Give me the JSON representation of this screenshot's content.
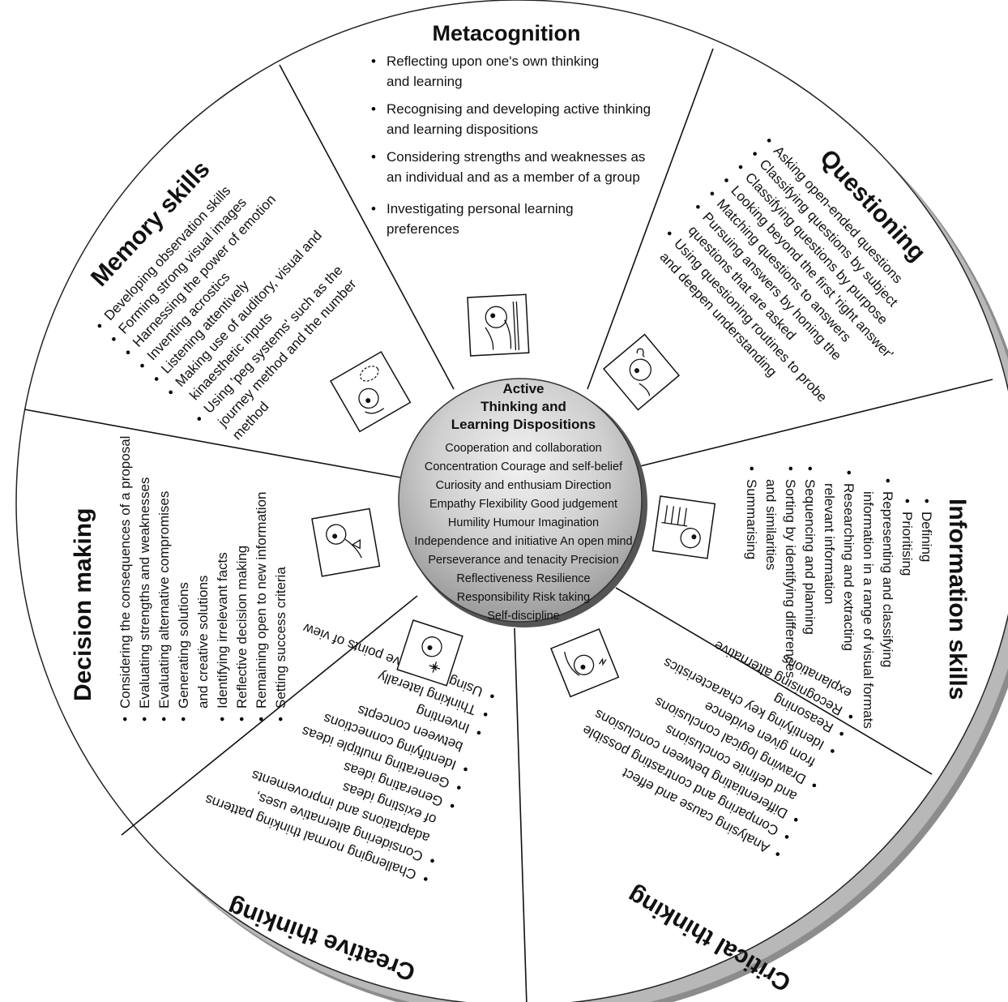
{
  "hub": {
    "title_lines": [
      "Active",
      "Thinking and",
      "Learning Dispositions"
    ],
    "items": [
      "Cooperation and collaboration",
      "Concentration Courage and self-belief",
      "Curiosity and enthusiam Direction",
      "Empathy Flexibility Good judgement",
      "Humility Humour Imagination",
      "Independence and initiative An open mind",
      "Perseverance and tenacity Precision",
      "Reflectiveness Resilience",
      "Responsibility Risk taking",
      "Self-discipline"
    ]
  },
  "sections": {
    "metacognition": {
      "title": "Metacognition",
      "items": [
        [
          "Reflecting upon one's own thinking",
          "and learning"
        ],
        [
          "Recognising and developing active thinking",
          "and learning dispositions"
        ],
        [
          "Considering strengths and weaknesses as",
          "an individual and as a member of a group"
        ],
        [
          "Investigating personal learning",
          "preferences"
        ]
      ]
    },
    "questioning": {
      "title": "Questioning",
      "items": [
        [
          "Asking open-ended questions"
        ],
        [
          "Classifying questions by subject"
        ],
        [
          "Classifying questions by purpose"
        ],
        [
          "Looking beyond the first 'right answer'"
        ],
        [
          "Matching questions to answers"
        ],
        [
          "Pursuing answers by honing the",
          "questions that are asked"
        ],
        [
          "Using questioning routines to probe",
          "and deepen understanding"
        ]
      ]
    },
    "information_skills": {
      "title": "Information skills",
      "items": [
        [
          "Defining"
        ],
        [
          "Prioritising"
        ],
        [
          "Representing and classifying",
          "information in a range of visual formats"
        ],
        [
          "Researching and extracting",
          "relevant information"
        ],
        [
          "Sequencing and planning"
        ],
        [
          "Sorting by identifying differences",
          "and similarities"
        ],
        [
          "Summarising"
        ]
      ]
    },
    "critical_thinking": {
      "title": "Critical thinking",
      "items": [
        [
          "Analysing cause and effect"
        ],
        [
          "Comparing and contrasting possible"
        ],
        [
          "Differentiating between conclusions",
          "and definite conclusions"
        ],
        [
          "Drawing logical conclusions",
          "from given evidence"
        ],
        [
          "Identifying key characteristics"
        ],
        [
          "Reasoning"
        ],
        [
          "Recognising alternative",
          "explanations"
        ]
      ]
    },
    "creative_thinking": {
      "title": "Creative thinking",
      "items": [
        [
          "Challenging normal thinking patterns"
        ],
        [
          "Considering alternative uses,",
          "adaptations and improvements",
          "of existing ideas"
        ],
        [
          "Generating ideas"
        ],
        [
          "Generating multiple ideas"
        ],
        [
          "Identifying connections",
          "between concepts"
        ],
        [
          "Inventing"
        ],
        [
          "Thinking laterally"
        ],
        [
          "Using alternative points of view"
        ]
      ]
    },
    "decision_making": {
      "title": "Decision making",
      "items": [
        [
          "Considering the consequences of a proposal"
        ],
        [
          "Evaluating strengths and weaknesses"
        ],
        [
          "Evaluating alternative compromises"
        ],
        [
          "Generating solutions",
          "and creative solutions"
        ],
        [
          "Identifying irrelevant facts"
        ],
        [
          "Reflective decision making"
        ],
        [
          "Remaining open to new information"
        ],
        [
          "Setting success criteria"
        ]
      ]
    },
    "memory_skills": {
      "title": "Memory skills",
      "items": [
        [
          "Developing observation skills"
        ],
        [
          "Forming strong visual images"
        ],
        [
          "Harnessing the power of emotion"
        ],
        [
          "Inventing acrostics"
        ],
        [
          "Listening attentively"
        ],
        [
          "Making use of auditory, visual and",
          "kinaesthetic inputs"
        ],
        [
          "Using 'peg systems' such as the",
          "journey method and the number",
          "method"
        ]
      ]
    }
  },
  "icons": [
    "figure-thinking-metacognition-icon",
    "figure-questioning-icon",
    "figure-information-icon",
    "figure-critical-icon",
    "figure-creative-icon",
    "figure-decision-icon",
    "figure-memory-icon"
  ]
}
